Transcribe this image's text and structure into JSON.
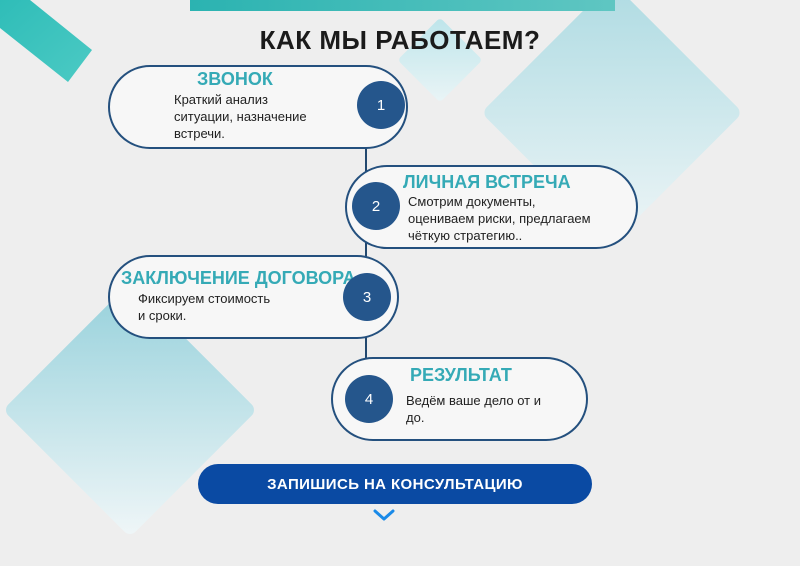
{
  "title": "КАК МЫ РАБОТАЕМ?",
  "steps": [
    {
      "number": "1",
      "title": "ЗВОНОК",
      "text": [
        "Краткий анализ",
        "ситуации, назначение",
        "встречи."
      ]
    },
    {
      "number": "2",
      "title": "ЛИЧНАЯ ВСТРЕЧА",
      "text": [
        "Смотрим документы,",
        "оцениваем риски, предлагаем",
        "чёткую стратегию.."
      ]
    },
    {
      "number": "3",
      "title": "ЗАКЛЮЧЕНИЕ ДОГОВОРА",
      "text": [
        "Фиксируем стоимость",
        "и сроки."
      ]
    },
    {
      "number": "4",
      "title": "РЕЗУЛЬТАТ",
      "text": [
        "Ведём ваше дело от и",
        "до."
      ]
    }
  ],
  "cta_label": "ЗАПИШИСЬ НА КОНСУЛЬТАЦИЮ",
  "icons": {
    "cta_arrow": "chevron-down-icon"
  },
  "colors": {
    "accent": "#35aab6",
    "number_circle": "#25568c",
    "card_border": "#24507e",
    "cta": "#0a4aa3",
    "teal_bar": "#2bb3b1"
  }
}
